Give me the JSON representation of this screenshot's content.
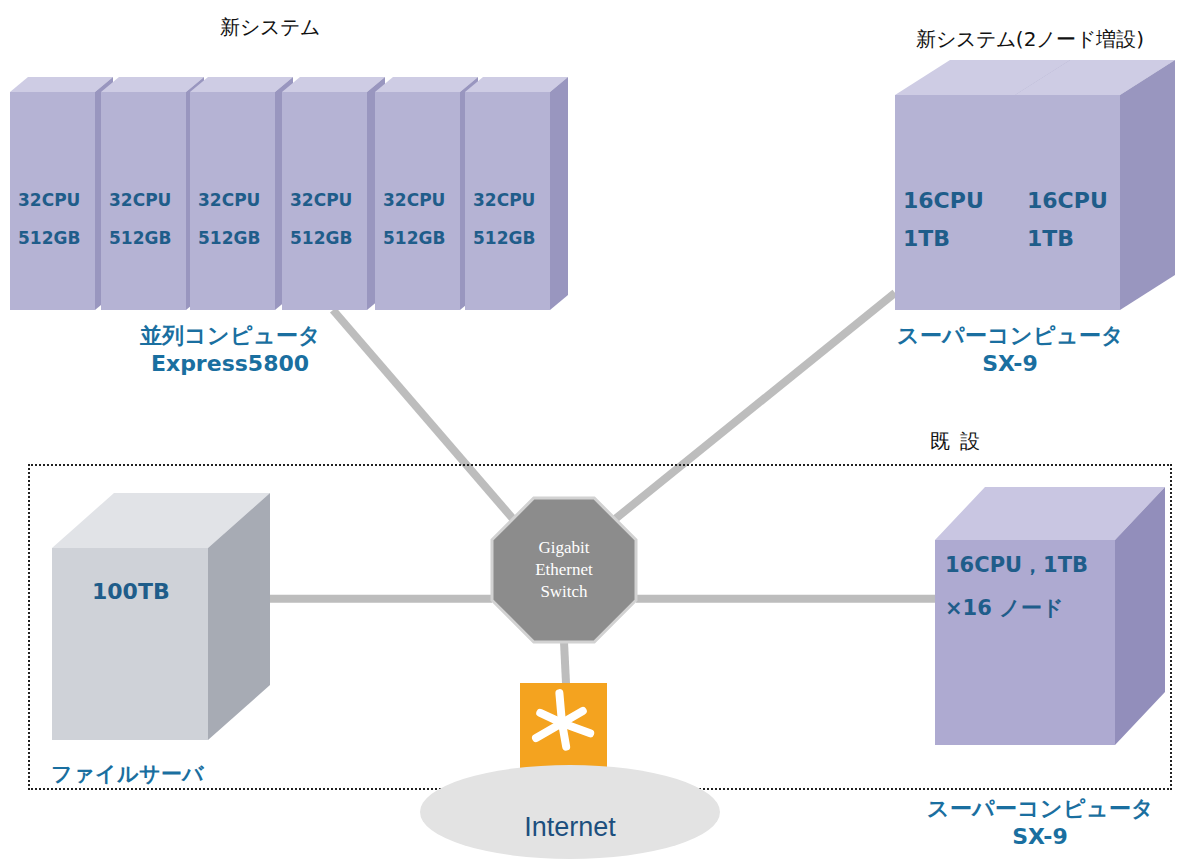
{
  "diagram": {
    "nodes": [
      {
        "text": [
          "32CPU 512GB"
        ]
      },
      {
        "text": [
          "32CPU 512GB"
        ]
      },
      {
        "text": [
          "32CPU 512GB"
        ]
      },
      {
        "text": [
          "32CPU 512GB"
        ]
      },
      {
        "text": [
          "32CPU 512GB"
        ]
      },
      {
        "text": [
          "32CPU 512GB"
        ]
      },
      {
        "text": [
          "16CPU 1TB"
        ]
      },
      {
        "text": [
          "16CPU 1TB"
        ]
      },
      {
        "text": [
          "既 設"
        ]
      },
      {
        "text": [
          "100TB",
          "ファイルサーバ"
        ],
        "in": 8
      },
      {
        "text": [
          "Gigabit Ethernet Switch"
        ],
        "in": 8
      },
      {
        "text": [
          "16CPU，1TB ×16 ノード",
          "スーパーコンピュータ SX-9"
        ],
        "in": 8
      },
      {
        "text": [
          "Internet"
        ]
      }
    ],
    "edges": [
      {
        "from": 3,
        "to": 10,
        "arrow": "none"
      },
      {
        "from": 6,
        "to": 10,
        "arrow": "none"
      },
      {
        "from": 9,
        "to": 10,
        "arrow": "none"
      },
      {
        "from": 10,
        "to": 11,
        "arrow": "none"
      },
      {
        "from": 10,
        "to": 12,
        "arrow": "none"
      }
    ],
    "labels": [
      "新システム",
      "新システム(2ノード増設)",
      "並列コンピュータ Express5800",
      "スーパーコンピュータ SX-9"
    ]
  }
}
